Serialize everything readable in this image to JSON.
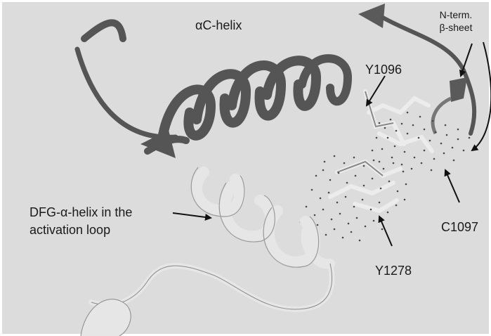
{
  "figure": {
    "background_color": "#dcdcdc",
    "dark_ribbon_color": "#555555",
    "light_ribbon_color": "#e6e6e6",
    "stick_color": "#ececec",
    "dot_color": "#4a4a4a",
    "arrow_color": "#111111"
  },
  "labels": {
    "ac_helix": "αC-helix",
    "n_term_line1": "N-term.",
    "n_term_line2": "β-sheet",
    "y1096": "Y1096",
    "dfg_line1": "DFG-α-helix in the",
    "dfg_line2": "activation loop",
    "c1097": "C1097",
    "y1278": "Y1278"
  }
}
